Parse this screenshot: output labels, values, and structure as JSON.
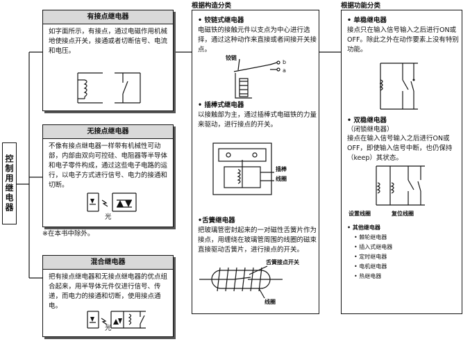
{
  "left_label": "控制用继电器",
  "column_titles": {
    "structure": "根据构造分类",
    "function": "根据功能分类"
  },
  "boxes": {
    "contact": {
      "title": "有接点继电器",
      "desc": "如字面所示，有接点，通过电磁作用机械地使接点开关，接通或者切断信号、电流和电压。"
    },
    "contactless": {
      "title": "无接点继电器",
      "desc": "不像有接点继电器一样带有机械性可动部，内部由双向可控硅、电阻器等半导体和电子零件构成，通过这些电子电路的运行，以电子方式进行信号、电力的接通和切断。",
      "light_label": "光",
      "note": "※在本书中除外。"
    },
    "hybrid": {
      "title": "混合继电器",
      "desc": "把有接点继电器和无接点继电器的优点组合起来，用半导体元件仅进行信号、传递，而电力的接通和切断，使用接点通电。",
      "light_label": "光"
    }
  },
  "structure": {
    "hinge": {
      "title": "• 铰链式继电器",
      "desc": "电磁铁的接触元件以支点为中心进行选择，通过这种动作来直接或者间接开关接点。",
      "label_hinge": "铰链",
      "label_b": "b",
      "label_a": "a"
    },
    "plunger": {
      "title": "• 插棒式继电器",
      "desc": "以接触部为主，通过插棒式电磁铁的力量来驱动，进行接点的开关。",
      "label_plunger": "插棒",
      "label_coil": "线圈"
    },
    "reed": {
      "title": "•舌簧继电器",
      "desc": "把玻璃管密封起来的一对磁性舌簧片作为接点，用缠绕在玻璃管周围的线圈的磁束直接驱动舌簧片，进行接点的开关。",
      "label_switch": "舌簧接点开关",
      "label_coil": "线圈"
    }
  },
  "function": {
    "mono": {
      "title": "• 单稳继电器",
      "desc": "接点只在输入信号输入之后进行ON或OFF。除此之外在动作要素上没有特别功能。"
    },
    "bi": {
      "title": "• 双稳继电器",
      "subtitle": "（闭锁继电器）",
      "desc": "接点在输入信号输入之后进行ON或OFF，即使输入信号中断，也仍保持（keep）其状态。",
      "label_set": "设置线圈",
      "label_reset": "复位线圈"
    },
    "others": {
      "title": "• 其他继电器",
      "items": [
        "• 棘轮继电器",
        "• 插入式继电器",
        "• 定时继电器",
        "• 电机继电器",
        "• 热继电器"
      ]
    }
  }
}
